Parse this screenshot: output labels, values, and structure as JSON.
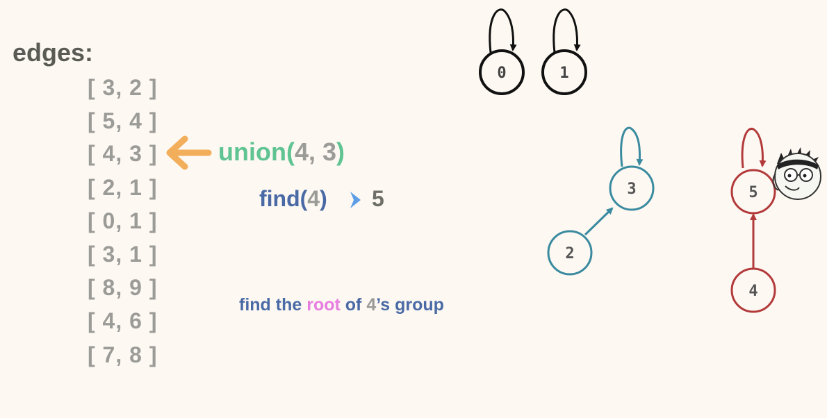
{
  "title": "edges:",
  "edges": [
    "[ 3, 2 ]",
    "[ 5, 4 ]",
    "[ 4, 3 ]",
    "[ 2, 1 ]",
    "[ 0, 1 ]",
    "[ 3, 1 ]",
    "[ 8, 9 ]",
    "[ 4, 6 ]",
    "[ 7, 8 ]"
  ],
  "current_edge_index": 2,
  "union_call": {
    "fn": "union(",
    "args": "4, 3",
    "close": ")"
  },
  "find_call": {
    "fn": "find(",
    "arg": "4",
    "close": ")",
    "result": "5"
  },
  "note": {
    "part1": "find the ",
    "highlight": "root",
    "part2": " of ",
    "num": "4",
    "part3": "’s group"
  },
  "nodes": [
    {
      "id": "0",
      "color": "#111111"
    },
    {
      "id": "1",
      "color": "#111111"
    },
    {
      "id": "2",
      "color": "#3a8aa0"
    },
    {
      "id": "3",
      "color": "#3a8aa0"
    },
    {
      "id": "4",
      "color": "#b23a3a"
    },
    {
      "id": "5",
      "color": "#b23a3a"
    }
  ],
  "links": [
    {
      "from": "0",
      "to": "0"
    },
    {
      "from": "1",
      "to": "1"
    },
    {
      "from": "3",
      "to": "3"
    },
    {
      "from": "2",
      "to": "3"
    },
    {
      "from": "5",
      "to": "5"
    },
    {
      "from": "4",
      "to": "5"
    }
  ],
  "colors": {
    "arrow": "#f2ae5a",
    "pointer": "#5d9ee6",
    "union": "#5fc492",
    "find": "#4a6aa6",
    "highlight": "#e77de0"
  }
}
